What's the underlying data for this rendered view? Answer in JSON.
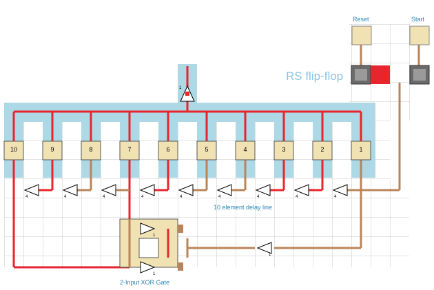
{
  "labels": {
    "reset": "Reset",
    "start": "Start",
    "flipflop": "RS flip-flop",
    "delay_line": "10 element delay line",
    "xor_gate": "2-Input XOR Gate"
  },
  "repeaters": [
    "10",
    "9",
    "8",
    "7",
    "6",
    "5",
    "4",
    "3",
    "2",
    "1"
  ],
  "delay_tick": "4",
  "top_torch_tick": "1",
  "xor_tick": "1",
  "colors": {
    "wire_on": "#e8242c",
    "wire_off": "#b9845a",
    "water": "#add8e6",
    "sand": "#f1e2b3",
    "grid": "#c8c8c8"
  }
}
